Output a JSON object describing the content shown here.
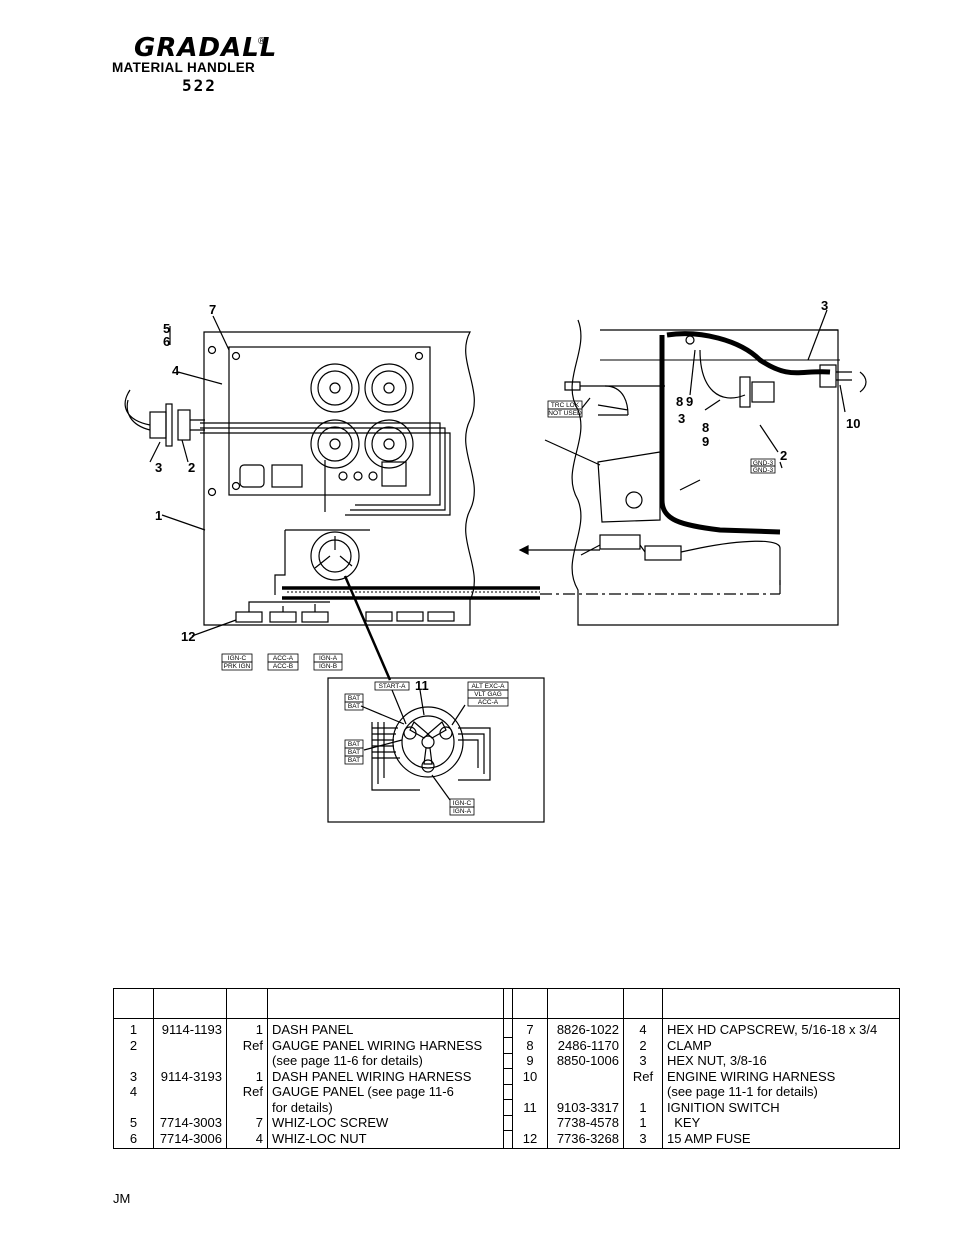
{
  "header": {
    "brand": "GRADALL",
    "reg_mark": "®",
    "subtitle": "MATERIAL HANDLER",
    "model": "522"
  },
  "diagram": {
    "callouts": {
      "c1": "1",
      "c2": "2",
      "c3": "3",
      "c4": "4",
      "c5": "5",
      "c6": "6",
      "c7": "7",
      "c8": "8",
      "c9": "9",
      "c10": "10",
      "c11": "11",
      "c12": "12"
    },
    "connector_tags": {
      "trc_lok": "TRC LOK",
      "not_used": "NOT USED",
      "gnd_3a": "GND-3",
      "gnd_3b": "GND-3",
      "ign_c": "IGN-C",
      "prk_ign": "PRK IGN",
      "acc_a": "ACC-A",
      "acc_b": "ACC-B",
      "ign_a": "IGN-A",
      "ign_b": "IGN-B",
      "start_a": "START-A",
      "alt_exc_a": "ALT EXC-A",
      "vlt_gag": "VLT GAG",
      "acc_a2": "ACC-A",
      "bat1": "BAT",
      "bat2": "BAT",
      "bat3": "BAT",
      "bat4": "BAT",
      "bat5": "BAT",
      "ign_c2": "IGN-C",
      "ign_a2": "IGN-A"
    }
  },
  "parts_table": {
    "left": [
      {
        "item": "1",
        "part": "9114-1193",
        "qty": "1",
        "desc": "DASH PANEL"
      },
      {
        "item": "2",
        "part": "",
        "qty": "Ref",
        "desc": "GAUGE PANEL WIRING HARNESS"
      },
      {
        "item": "",
        "part": "",
        "qty": "",
        "desc": "(see page 11-6 for details)"
      },
      {
        "item": "3",
        "part": "9114-3193",
        "qty": "1",
        "desc": "DASH PANEL WIRING HARNESS"
      },
      {
        "item": "4",
        "part": "",
        "qty": "Ref",
        "desc": "GAUGE PANEL (see page 11-6"
      },
      {
        "item": "",
        "part": "",
        "qty": "",
        "desc": "for details)"
      },
      {
        "item": "5",
        "part": "7714-3003",
        "qty": "7",
        "desc": "WHIZ-LOC SCREW"
      },
      {
        "item": "6",
        "part": "7714-3006",
        "qty": "4",
        "desc": "WHIZ-LOC NUT"
      }
    ],
    "right": [
      {
        "item": "7",
        "part": "8826-1022",
        "qty": "4",
        "desc": "HEX HD CAPSCREW, 5/16-18 x 3/4"
      },
      {
        "item": "8",
        "part": "2486-1170",
        "qty": "2",
        "desc": "CLAMP"
      },
      {
        "item": "9",
        "part": "8850-1006",
        "qty": "3",
        "desc": "HEX NUT, 3/8-16"
      },
      {
        "item": "10",
        "part": "",
        "qty": "Ref",
        "desc": "ENGINE WIRING HARNESS"
      },
      {
        "item": "",
        "part": "",
        "qty": "",
        "desc": "(see page 11-1 for details)"
      },
      {
        "item": "11",
        "part": "9103-3317",
        "qty": "1",
        "desc": "IGNITION SWITCH"
      },
      {
        "item": "",
        "part": "7738-4578",
        "qty": "1",
        "desc": "  KEY"
      },
      {
        "item": "12",
        "part": "7736-3268",
        "qty": "3",
        "desc": "15 AMP FUSE"
      }
    ]
  },
  "footer": {
    "code": "JM"
  }
}
